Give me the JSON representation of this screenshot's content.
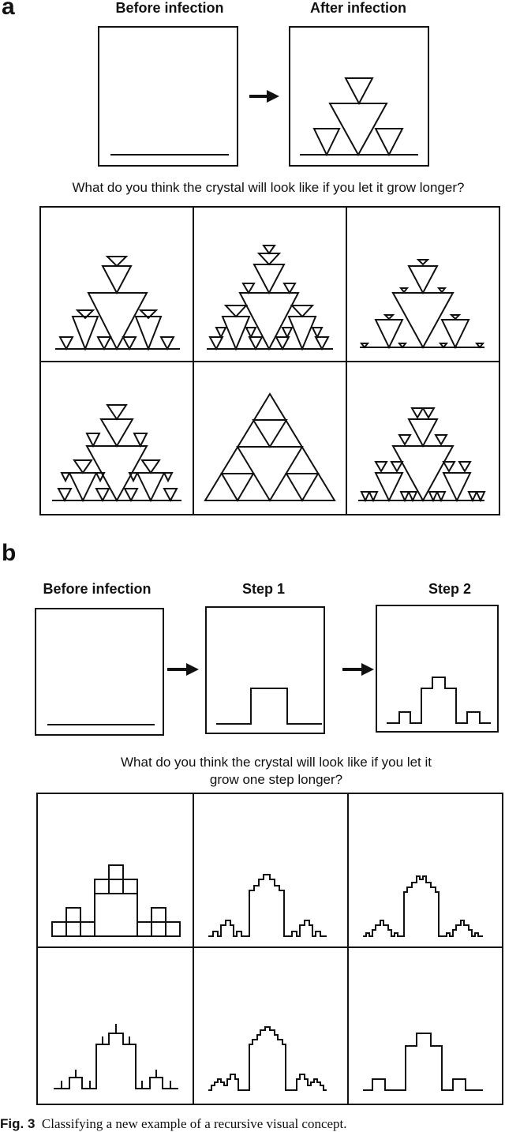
{
  "panel_a": {
    "letter": "a",
    "before_label": "Before infection",
    "after_label": "After infection",
    "question": "What do you think the crystal will look like if you let it grow longer?"
  },
  "panel_b": {
    "letter": "b",
    "before_label": "Before infection",
    "step1_label": "Step 1",
    "step2_label": "Step 2",
    "question_line1": "What do you think the crystal will look like if you let it",
    "question_line2": "grow one step longer?"
  },
  "caption": {
    "label": "Fig. 3",
    "text": "Classifying a new example of a recursive visual concept."
  }
}
